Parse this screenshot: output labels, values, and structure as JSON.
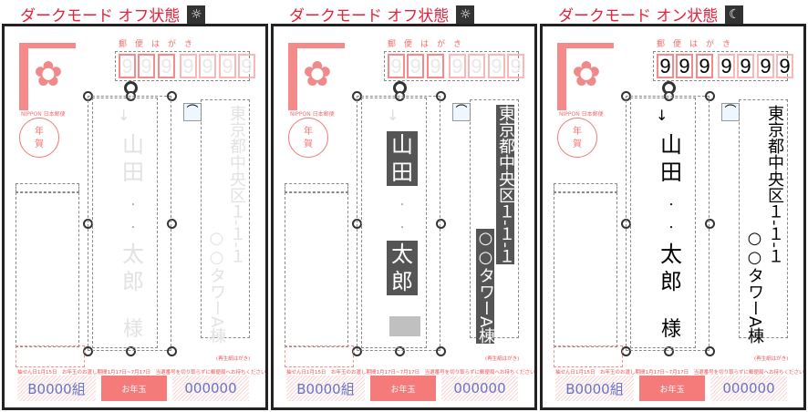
{
  "panels": [
    {
      "title": "ダークモード オフ状態",
      "mode_icon": "☼",
      "mode_icon_name": "sun-icon",
      "variant": "faint"
    },
    {
      "title": "ダークモード オフ状態",
      "mode_icon": "☼",
      "mode_icon_name": "sun-icon",
      "variant": "highlight"
    },
    {
      "title": "ダークモード オン状態",
      "mode_icon": "☾",
      "mode_icon_name": "moon-icon",
      "variant": "dark"
    }
  ],
  "card": {
    "label": "郵便はがき",
    "zip": [
      "9",
      "9",
      "9",
      "9",
      "9",
      "9",
      "9"
    ],
    "stamp_caption": "NIPPON 日本郵便",
    "nenga": "年\n賀",
    "name": [
      "山",
      "田",
      "・",
      "・",
      "太",
      "郎"
    ],
    "honorific": "様",
    "arrow": "↓",
    "address1": "東京都中央区１-１-１",
    "address2": "○○タワーA棟",
    "recycle": "(再生紙はがき)",
    "footer": "抽せん日1月15日　お年玉のお渡し期間1月17日~7月17日　当選番号を切り取らずに郵便局へお持ちください。",
    "lottery_group": "B0000組",
    "lottery_center": "お年玉",
    "lottery_number": "000000"
  },
  "colors": {
    "accent": "#e8203a",
    "postal_red": "#f58a8a",
    "lottery_blue": "#6674c8",
    "highlight": "#555555"
  }
}
